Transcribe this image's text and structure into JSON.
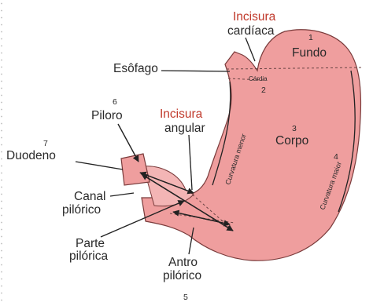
{
  "labels": {
    "incisura_cardiaca_1": "Incisura",
    "incisura_cardiaca_2": "cardíaca",
    "fundo_num": "1",
    "fundo": "Fundo",
    "esofago": "Esôfago",
    "cardia": "Cárdia",
    "cardia_num": "2",
    "piloro_num": "6",
    "piloro": "Piloro",
    "incisura_angular_1": "Incisura",
    "incisura_angular_2": "angular",
    "curvatura_menor": "Curvatura menor",
    "corpo_num": "3",
    "corpo": "Corpo",
    "duodeno_num": "7",
    "duodeno": "Duodeno",
    "curvatura_maior_num": "4",
    "curvatura_maior": "Curvatura maior",
    "canal_1": "Canal",
    "canal_2": "pilórico",
    "parte_1": "Parte",
    "parte_2": "pilórica",
    "antro_1": "Antro",
    "antro_2": "pilórico",
    "antro_num": "5"
  },
  "colors": {
    "stomach_fill": "#ef9e9e",
    "stomach_stroke": "#7a3b3b",
    "accent_label": "#c0392b"
  }
}
